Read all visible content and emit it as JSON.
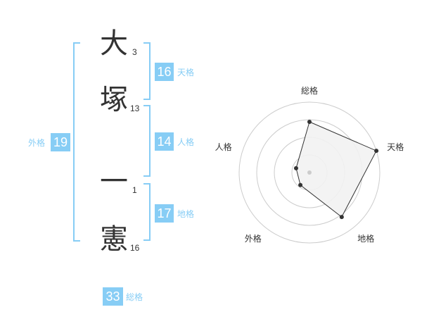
{
  "name": {
    "chars": [
      {
        "char": "大",
        "strokes": "3"
      },
      {
        "char": "塚",
        "strokes": "13"
      },
      {
        "char": "一",
        "strokes": "1"
      },
      {
        "char": "憲",
        "strokes": "16"
      }
    ]
  },
  "kaku": {
    "ten": {
      "label": "天格",
      "value": "16"
    },
    "jin": {
      "label": "人格",
      "value": "14"
    },
    "chi": {
      "label": "地格",
      "value": "17"
    },
    "gai": {
      "label": "外格",
      "value": "19"
    },
    "sou": {
      "label": "総格",
      "value": "33"
    }
  },
  "colors": {
    "accent": "#87cdf5",
    "text": "#333333",
    "grid": "#cccccc",
    "fill": "#f2f2f2"
  },
  "chart_data": {
    "type": "radar",
    "axes": [
      "総格",
      "天格",
      "地格",
      "外格",
      "人格"
    ],
    "values": [
      0.72,
      1.0,
      0.78,
      0.22,
      0.2
    ],
    "rings": 4,
    "grid": true
  }
}
